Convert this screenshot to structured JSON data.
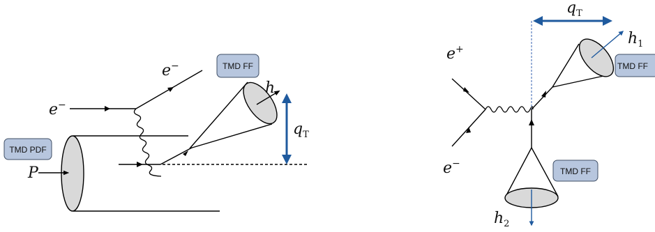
{
  "left_diagram": {
    "electron_in": {
      "base": "e",
      "sup": "−"
    },
    "electron_out": {
      "base": "e",
      "sup": "−"
    },
    "proton": "P",
    "hadron": "h",
    "qT": {
      "base": "q",
      "sub": "T"
    },
    "box_pdf": "TMD PDF",
    "box_ff": "TMD FF"
  },
  "right_diagram": {
    "positron": {
      "base": "e",
      "sup": "+"
    },
    "electron": {
      "base": "e",
      "sup": "−"
    },
    "h1": {
      "base": "h",
      "sub": "1"
    },
    "h2": {
      "base": "h",
      "sub": "2"
    },
    "qT": {
      "base": "q",
      "sub": "T"
    },
    "box_ff_upper": "TMD FF",
    "box_ff_lower": "TMD FF"
  },
  "colors": {
    "line": "#000000",
    "blue_arrow": "#1f5a9e",
    "box_fill": "#b7c6de",
    "box_stroke": "#3f4f66",
    "cone_fill": "#d9d9d9",
    "dashed_blue": "#6f8fc8"
  }
}
